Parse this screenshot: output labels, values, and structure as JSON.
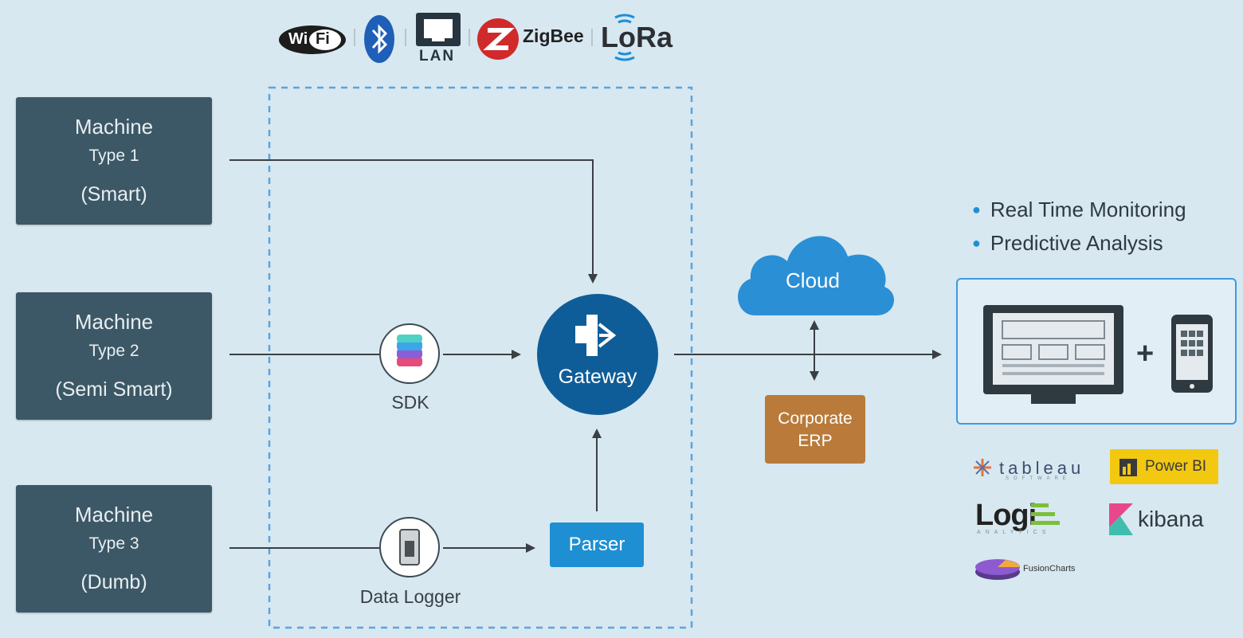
{
  "protocols": {
    "wifi": {
      "left": "Wi",
      "right": "Fi"
    },
    "bluetooth": "Bluetooth",
    "lan": "LAN",
    "zigbee": "ZigBee",
    "lora": "LoRa"
  },
  "machines": [
    {
      "line1": "Machine",
      "line2": "Type 1",
      "line3": "(Smart)"
    },
    {
      "line1": "Machine",
      "line2": "Type 2",
      "line3": "(Semi Smart)"
    },
    {
      "line1": "Machine",
      "line2": "Type 3",
      "line3": "(Dumb)"
    }
  ],
  "sdk": {
    "label": "SDK"
  },
  "data_logger": {
    "label": "Data Logger"
  },
  "gateway": {
    "label": "Gateway"
  },
  "parser": {
    "label": "Parser"
  },
  "cloud": {
    "label": "Cloud"
  },
  "erp": {
    "line1": "Corporate",
    "line2": "ERP"
  },
  "features": [
    "Real Time Monitoring",
    "Predictive Analysis"
  ],
  "devices": {
    "plus": "+"
  },
  "tools": {
    "tableau": {
      "name": "tableau",
      "sub": "SOFTWARE"
    },
    "powerbi": "Power BI",
    "logi": {
      "name": "Logi",
      "sub": "ANALYTICS"
    },
    "kibana": "kibana",
    "fusioncharts": "FusionCharts"
  },
  "colors": {
    "background": "#d7e8f1",
    "machine": "#3c5866",
    "gateway": "#0f5d98",
    "parser": "#1f8fd4",
    "cloud": "#2b8fd5",
    "erp": "#b97a3a",
    "border_dashed": "#5aa4de"
  }
}
